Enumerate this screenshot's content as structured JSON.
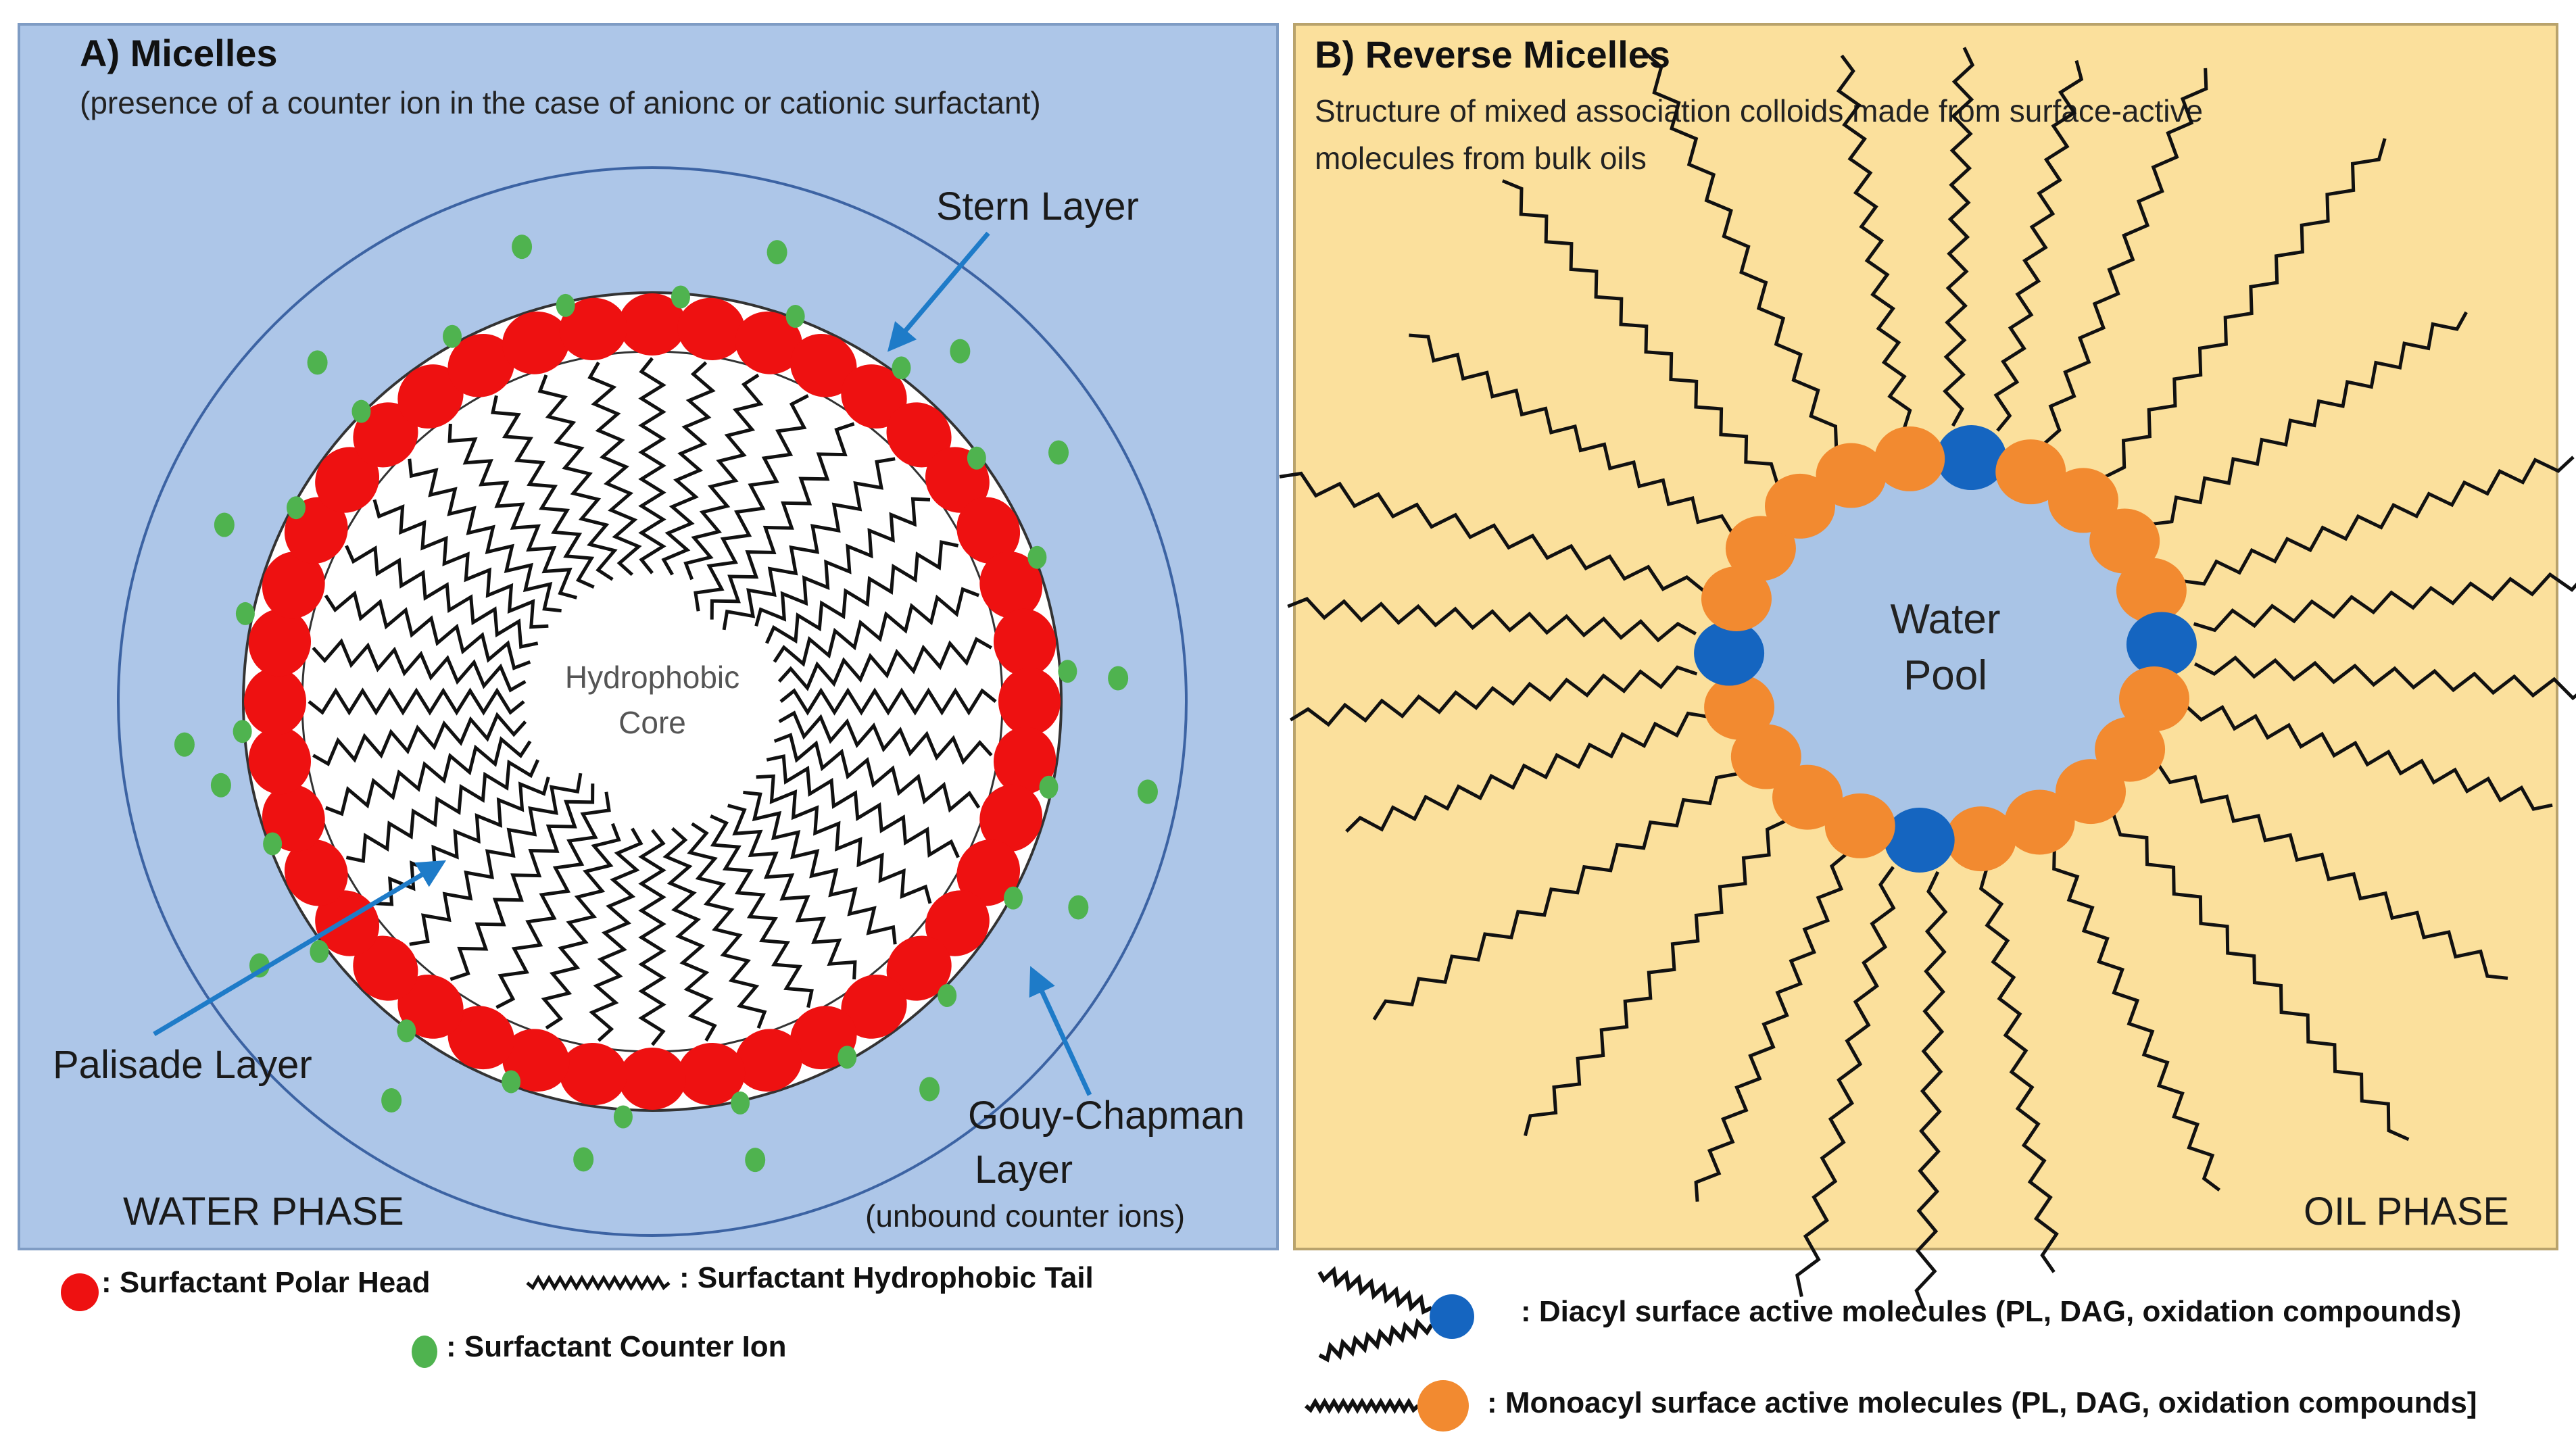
{
  "panel_a": {
    "title": "A)  Micelles",
    "subtitle": "(presence of a counter ion in the case of anionc or cationic surfactant)",
    "core_label_1": "Hydrophobic",
    "core_label_2": "Core",
    "stern_label": "Stern Layer",
    "palisade_label": "Palisade Layer",
    "gouy_label_1": "Gouy-Chapman",
    "gouy_label_2": "Layer",
    "gouy_note": "(unbound counter ions)",
    "phase_label": "WATER PHASE",
    "colors": {
      "background": "#adc6e8",
      "polar_head": "#ee1111",
      "counter_ion": "#4fb34f",
      "arrow": "#1e7bc8"
    }
  },
  "panel_b": {
    "title": "B) Reverse Micelles",
    "subtitle_1": "Structure of mixed association colloids made from surface-active",
    "subtitle_2": "molecules from bulk oils",
    "pool_label_1": "Water",
    "pool_label_2": "Pool",
    "phase_label": "OIL PHASE",
    "colors": {
      "background": "#fbe09c",
      "pool": "#a9c4e6",
      "diacyl": "#1565c0",
      "monoacyl": "#f28a30"
    }
  },
  "legend": {
    "polar_head": ": Surfactant Polar Head",
    "hydrophobic_tail": ": Surfactant Hydrophobic Tail",
    "counter_ion": ": Surfactant Counter Ion",
    "diacyl": ": Diacyl surface active molecules (PL, DAG, oxidation compounds)",
    "monoacyl": ": Monoacyl surface active molecules (PL, DAG, oxidation compounds]"
  }
}
